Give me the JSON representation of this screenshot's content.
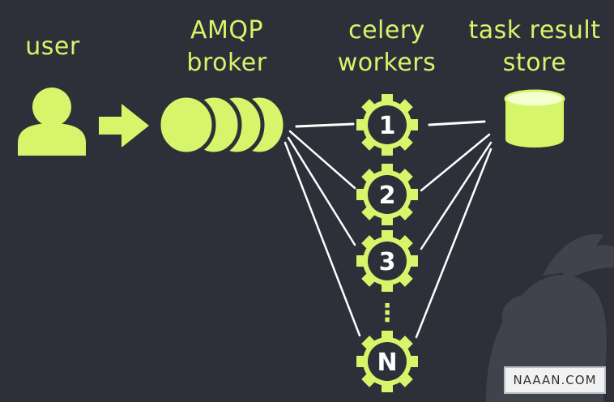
{
  "colors": {
    "background": "#2d3039",
    "accent": "#d6f56a",
    "gear_fill": "#2d3039",
    "connector": "#ffffff",
    "watermark_bg": "#f2f2f2"
  },
  "nodes": {
    "user": {
      "label": "user",
      "icon": "user-icon"
    },
    "broker": {
      "label_line1": "AMQP",
      "label_line2": "broker",
      "icon": "queue-icon"
    },
    "workers": {
      "label_line1": "celery",
      "label_line2": "workers",
      "icon": "gear-icon",
      "items": [
        "1",
        "2",
        "3",
        "N"
      ],
      "ellipsis": "⋮"
    },
    "store": {
      "label_line1": "task result",
      "label_line2": "store",
      "icon": "database-icon"
    }
  },
  "watermark": {
    "text": "NAAAN.COM"
  }
}
